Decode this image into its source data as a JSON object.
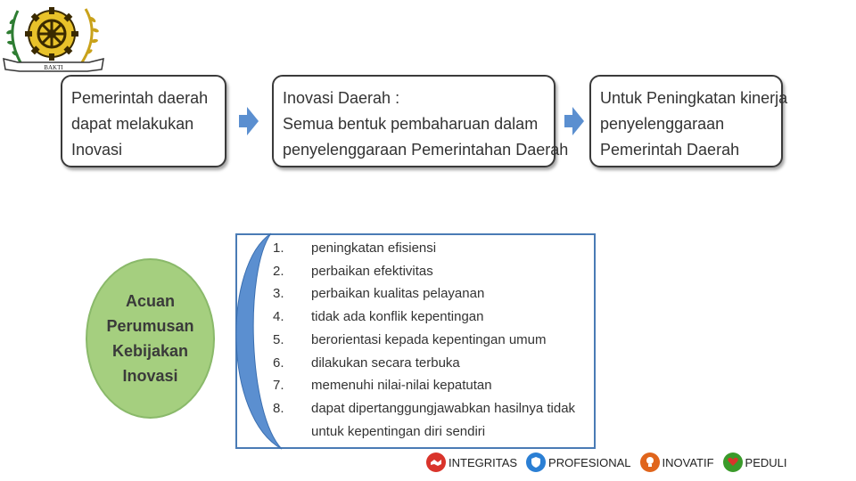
{
  "logo": {
    "motto": "BAKTI"
  },
  "flow": {
    "box1": [
      "Pemerintah daerah",
      "dapat melakukan",
      "Inovasi"
    ],
    "box2": [
      "Inovasi Daerah :",
      "Semua bentuk pembaharuan dalam",
      "penyelenggaraan Pemerintahan Daerah"
    ],
    "box3": [
      "Untuk Peningkatan kinerja",
      "penyelenggaraan",
      "Pemerintah Daerah"
    ]
  },
  "acuan": {
    "lines": [
      "Acuan",
      "Perumusan",
      "Kebijakan",
      "Inovasi"
    ]
  },
  "criteria": {
    "numbers": [
      "1.",
      "2.",
      "3.",
      "4.",
      "5.",
      "6.",
      "7.",
      "8."
    ],
    "items": [
      "peningkatan efisiensi",
      "perbaikan efektivitas",
      "perbaikan kualitas pelayanan",
      "tidak ada konflik kepentingan",
      "berorientasi kepada kepentingan umum",
      "dilakukan secara terbuka",
      "memenuhi nilai-nilai kepatutan",
      "dapat dipertanggungjawabkan hasilnya tidak"
    ],
    "item8_line2": "untuk kepentingan diri sendiri"
  },
  "values": {
    "items": [
      "INTEGRITAS",
      "PROFESIONAL",
      "INOVATIF",
      "PEDULI"
    ],
    "colors": [
      "#d9342b",
      "#2b7fd4",
      "#e0651c",
      "#3a9a2a"
    ],
    "icons": [
      "handshake-icon",
      "shield-icon",
      "lightbulb-icon",
      "heart-hand-icon"
    ]
  }
}
